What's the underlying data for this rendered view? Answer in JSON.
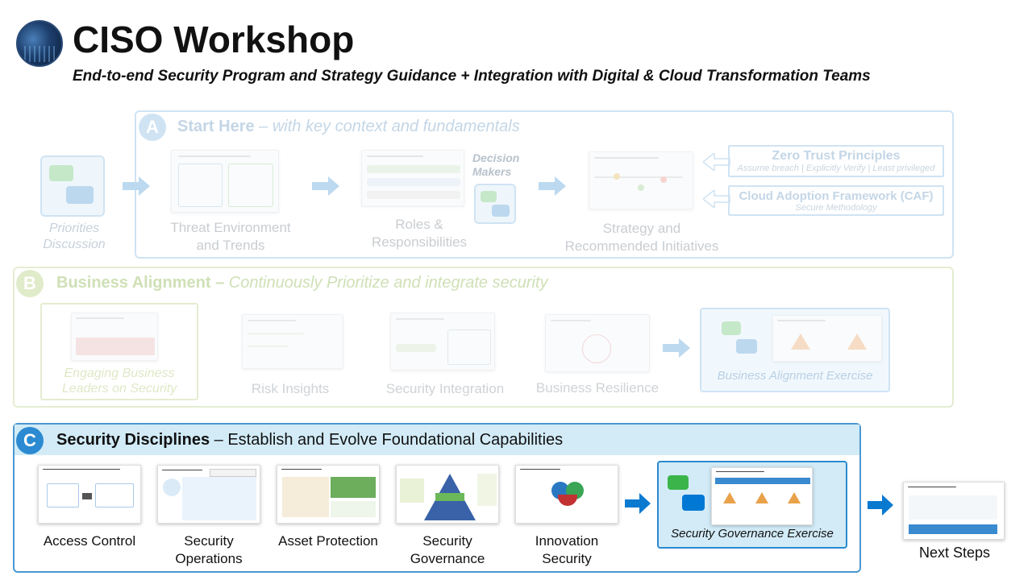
{
  "header": {
    "title": "CISO Workshop",
    "subtitle": "End-to-end Security Program and Strategy Guidance + Integration with Digital & Cloud Transformation Teams"
  },
  "section_a": {
    "badge": "A",
    "heading": "Start Here",
    "heading_rest": "– with key context and fundamentals",
    "priorities_label": "Priorities Discussion",
    "items": [
      "Threat Environment and Trends",
      "Roles & Responsibilities",
      "Strategy and Recommended Initiatives"
    ],
    "decision_makers": "Decision Makers",
    "zero_trust": {
      "title": "Zero Trust Principles",
      "sub": "Assume breach | Explicitly Verify | Least privileged"
    },
    "caf": {
      "title": "Cloud Adoption Framework (CAF)",
      "sub": "Secure Methodology"
    }
  },
  "section_b": {
    "badge": "B",
    "heading": "Business Alignment –",
    "heading_rest": "Continuously Prioritize and integrate security",
    "items": [
      "Engaging Business Leaders on Security",
      "Risk Insights",
      "Security Integration",
      "Business Resilience"
    ],
    "exercise": "Business Alignment Exercise"
  },
  "section_c": {
    "badge": "C",
    "heading": "Security Disciplines",
    "heading_rest": "– Establish and Evolve Foundational Capabilities",
    "items": [
      "Access Control",
      "Security Operations",
      "Asset Protection",
      "Security Governance",
      "Innovation Security"
    ],
    "exercise": "Security Governance Exercise"
  },
  "next_steps": "Next Steps",
  "colors": {
    "accent": "#0078d4",
    "badge_a": "#cfe3f3",
    "badge_b": "#e0ebca",
    "badge_c": "#2b8ad1",
    "chat_green": "#3bb54a",
    "chat_blue": "#0078d4"
  }
}
